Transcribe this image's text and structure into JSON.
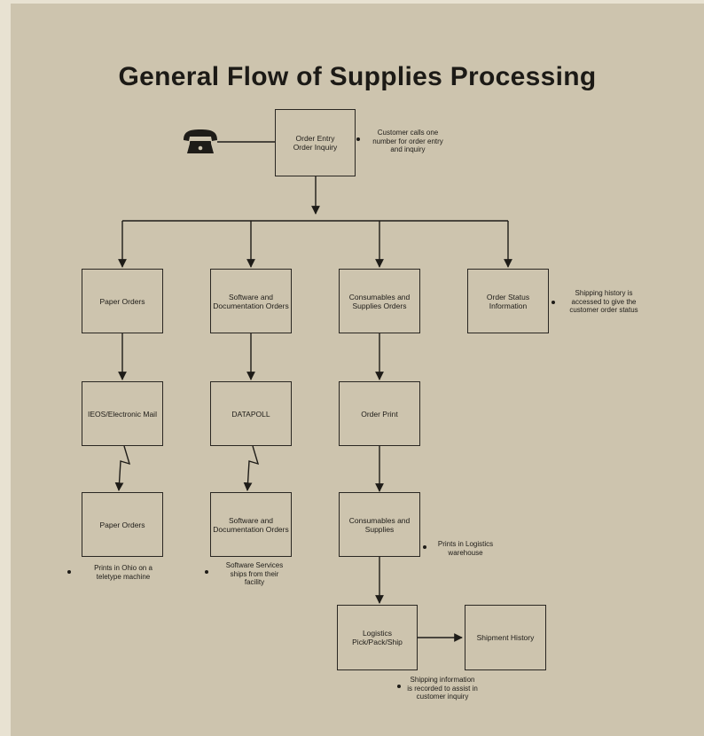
{
  "title": "General Flow of Supplies Processing",
  "icons": {
    "phone": "telephone-icon"
  },
  "colors": {
    "background": "#cdc4ae",
    "ink": "#1e1c18"
  },
  "boxes": {
    "order_entry": "Order Entry\nOrder Inquiry",
    "paper_orders": "Paper Orders",
    "software_orders": "Software and\nDocumentation Orders",
    "consumables_orders": "Consumables and\nSupplies Orders",
    "order_status": "Order Status\nInformation",
    "ieos": "IEOS/Electronic Mail",
    "datapoll": "DATAPOLL",
    "order_print": "Order Print",
    "paper_orders_2": "Paper Orders",
    "software_orders_2": "Software and\nDocumentation Orders",
    "consumables_supplies": "Consumables and\nSupplies",
    "logistics": "Logistics\nPick/Pack/Ship",
    "shipment_history": "Shipment History"
  },
  "notes": {
    "customer_calls": "Customer calls one\nnumber for order entry\nand inquiry",
    "shipping_history": "Shipping history is\naccessed to give the\ncustomer order status",
    "prints_ohio": "Prints in Ohio on a\nteletype machine",
    "software_services": "Software Services\nships from their\nfacility",
    "prints_logistics": "Prints in Logistics\nwarehouse",
    "shipping_info": "Shipping information\nis recorded to assist in\ncustomer inquiry"
  }
}
